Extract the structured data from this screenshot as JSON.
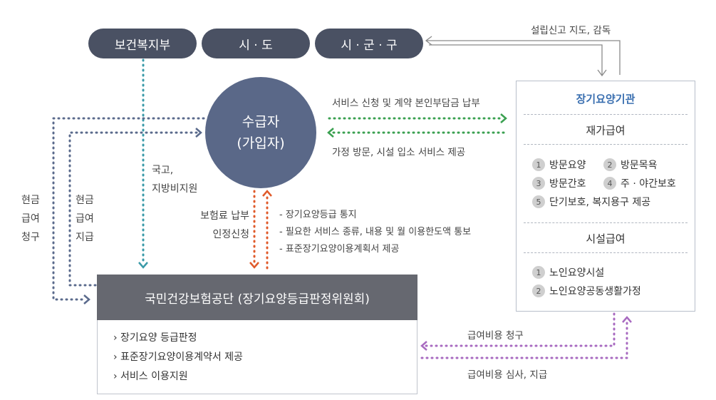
{
  "top_bar": {
    "ministry": "보건복지부",
    "province": "시 · 도",
    "city": "시 · 군 · 구"
  },
  "recipient": {
    "line1": "수급자",
    "line2": "(가입자)"
  },
  "labels": {
    "setup_report": "설립신고 지도, 감독",
    "service_request": "서비스 신청 및 계약 본인부담금 납부",
    "service_provide": "가정 방문, 시설 입소 서비스 제공",
    "subsidy_line1": "국고,",
    "subsidy_line2": "지방비지원",
    "cash_claim": [
      "현금",
      "급여",
      "청구"
    ],
    "cash_pay": [
      "현금",
      "급여",
      "지급"
    ],
    "premium_line1": "보험료 납부",
    "premium_line2": "인정신청",
    "notices": [
      "- 장기요양등급 통지",
      "- 필요한 서비스 종류, 내용 및 월 이용한도액 통보",
      "- 표준장기요양이용계획서 제공"
    ],
    "benefit_claim": "급여비용 청구",
    "benefit_review": "급여비용 심사, 지급"
  },
  "institution": {
    "title": "장기요양기관",
    "home_care_title": "재가급여",
    "home_care_items": [
      {
        "num": "1",
        "label": "방문요양"
      },
      {
        "num": "2",
        "label": "방문목욕"
      },
      {
        "num": "3",
        "label": "방문간호"
      },
      {
        "num": "4",
        "label": "주 · 야간보호"
      },
      {
        "num": "5",
        "label": "단기보호, 복지용구 제공"
      }
    ],
    "facility_title": "시설급여",
    "facility_items": [
      {
        "num": "1",
        "label": "노인요양시설"
      },
      {
        "num": "2",
        "label": "노인요양공동생활가정"
      }
    ]
  },
  "nhis": {
    "title": "국민건강보험공단 (장기요양등급판정위원회)",
    "items": [
      "› 장기요양 등급판정",
      "› 표준장기요양이용계약서 제공",
      "› 서비스 이용지원"
    ]
  },
  "colors": {
    "dark_pill": "#4a5163",
    "circle": "#5a6888",
    "teal": "#3a9aa8",
    "slate": "#5a6a8c",
    "green": "#3aa050",
    "orange": "#e05a2a",
    "purple": "#a86ac0",
    "gray_arrow": "#888888"
  }
}
